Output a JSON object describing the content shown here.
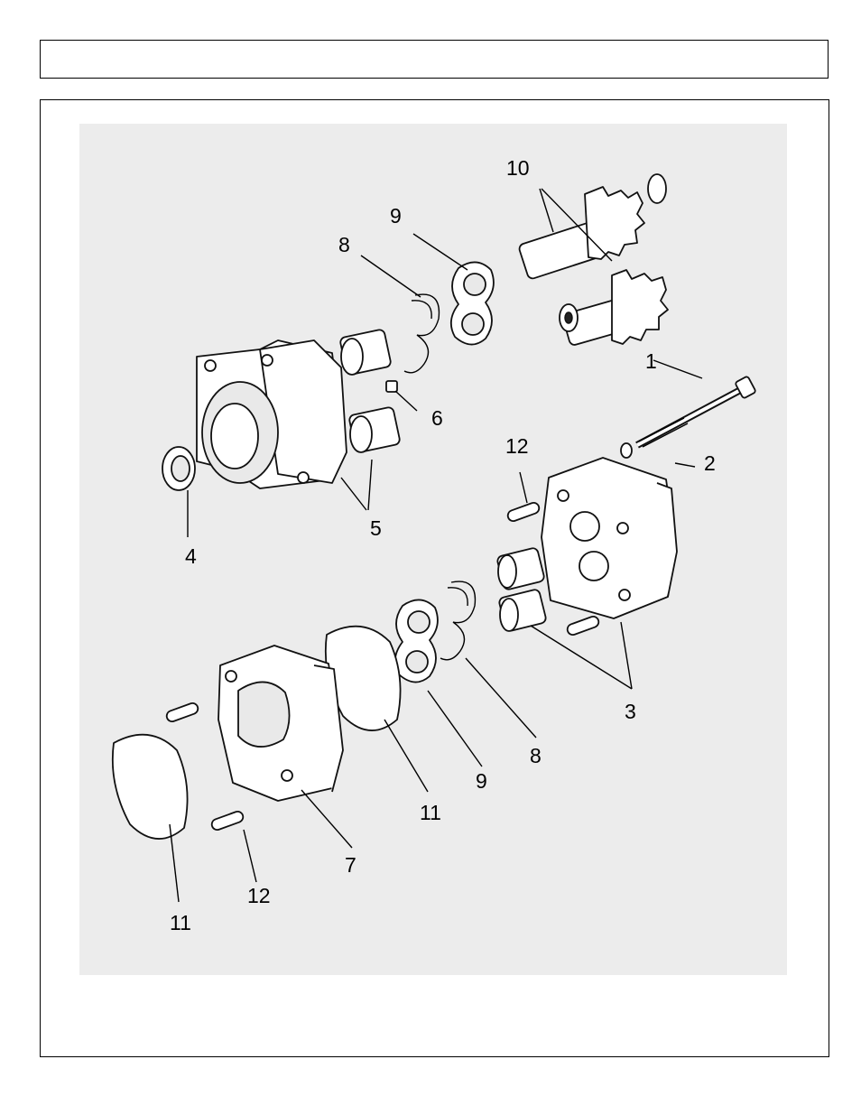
{
  "header": {
    "title": ""
  },
  "diagram": {
    "colors": {
      "background": "#ececec",
      "line": "#000000"
    },
    "callouts": [
      "10",
      "9",
      "8",
      "1",
      "6",
      "2",
      "12",
      "5",
      "4",
      "3",
      "8",
      "9",
      "11",
      "7",
      "12",
      "11"
    ]
  }
}
